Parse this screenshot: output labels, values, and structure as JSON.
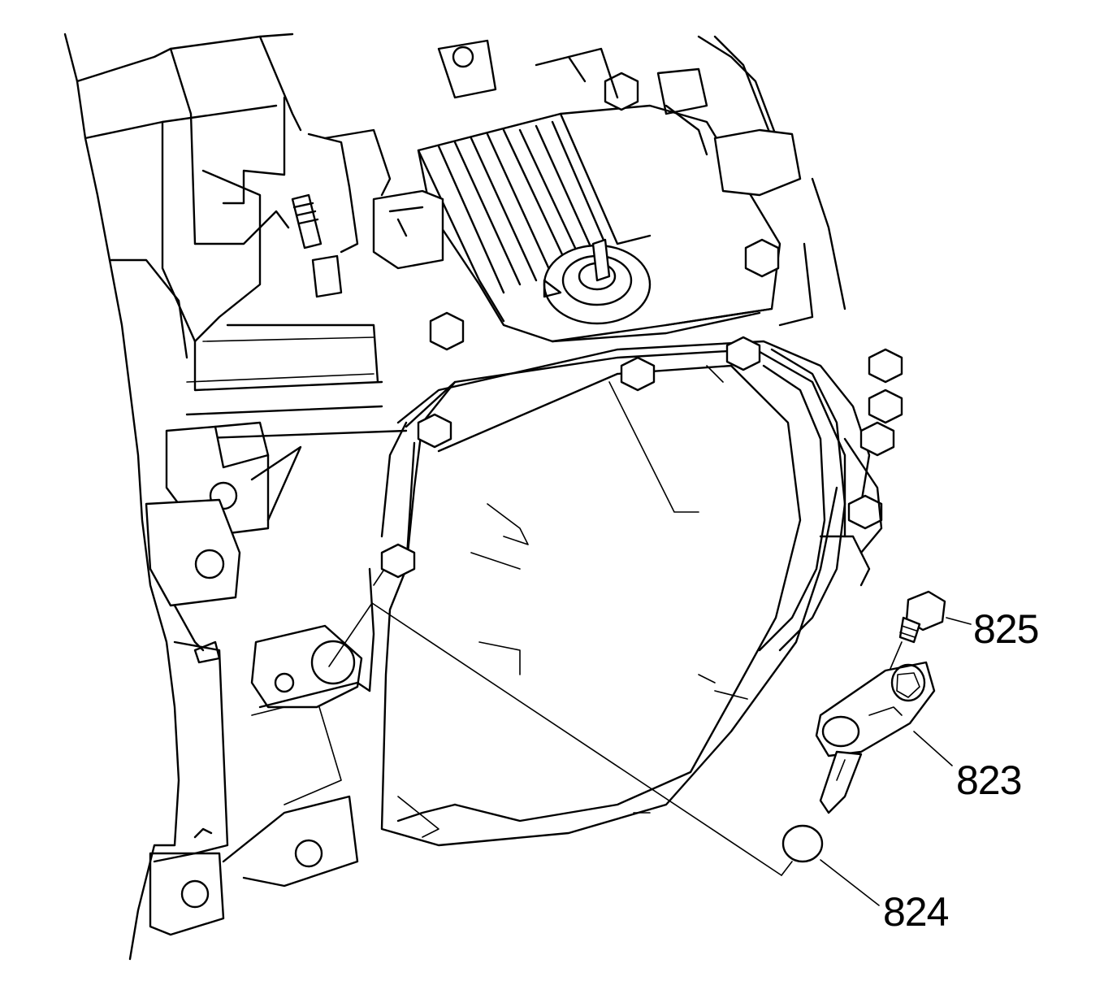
{
  "callouts": [
    {
      "id": "825",
      "label": "825"
    },
    {
      "id": "823",
      "label": "823"
    },
    {
      "id": "824",
      "label": "824"
    }
  ],
  "colors": {
    "line": "#000000",
    "background": "#ffffff"
  }
}
